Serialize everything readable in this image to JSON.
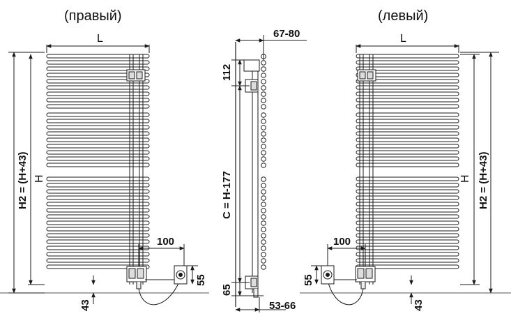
{
  "titles": {
    "right": "(правый)",
    "left": "(левый)"
  },
  "right_view": {
    "width_label": "L",
    "height_label": "H",
    "h2_label": "H2 = (H+43)",
    "valve_offset": "100",
    "valve_height": "55",
    "bottom_offset": "43"
  },
  "side_view": {
    "depth_top": "67-80",
    "top_offset": "112",
    "center_label": "C = H-177",
    "bottom_offset": "65",
    "depth_bottom": "53-66"
  },
  "left_view": {
    "width_label": "L",
    "height_label": "H",
    "h2_label": "H2 = (H+43)",
    "valve_offset": "100",
    "valve_height": "55",
    "bottom_offset": "43"
  },
  "colors": {
    "line": "#1a1a1a",
    "background": "#ffffff"
  }
}
